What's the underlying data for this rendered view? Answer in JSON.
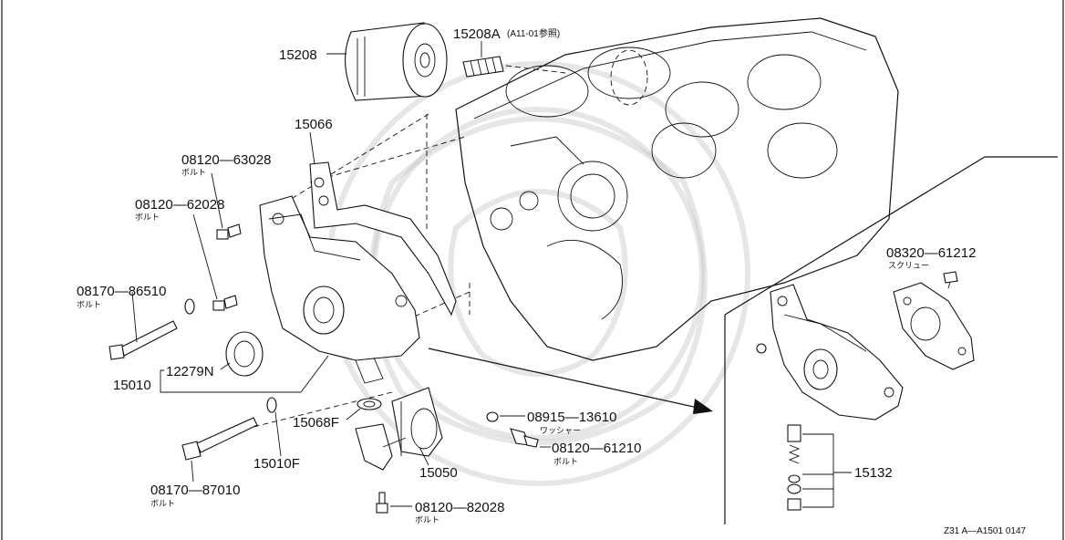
{
  "diagram": {
    "page_ref": "Z31  A—A1501  0147",
    "parts": {
      "p15208": "15208",
      "p15208a": "15208A",
      "p15208a_note": "(A11-01参照)",
      "p15066": "15066",
      "p08120_63028": "08120—63028",
      "p08120_63028_sub": "ボルト",
      "p08120_62028": "08120—62028",
      "p08120_62028_sub": "ボルト",
      "p08170_86510": "08170—86510",
      "p08170_86510_sub": "ボルト",
      "p15010": "15010",
      "p12279n": "12279N",
      "p15068f": "15068F",
      "p15010f": "15010F",
      "p15050": "15050",
      "p08170_87010": "08170—87010",
      "p08170_87010_sub": "ボルト",
      "p08915_13610": "08915—13610",
      "p08915_13610_sub": "ワッシャー",
      "p08120_61210": "08120—61210",
      "p08120_61210_sub": "ボルト",
      "p08120_82028": "08120—82028",
      "p08120_82028_sub": "ボルト",
      "p08320_61212": "08320—61212",
      "p08320_61212_sub": "スクリュー",
      "p15132": "15132"
    }
  }
}
